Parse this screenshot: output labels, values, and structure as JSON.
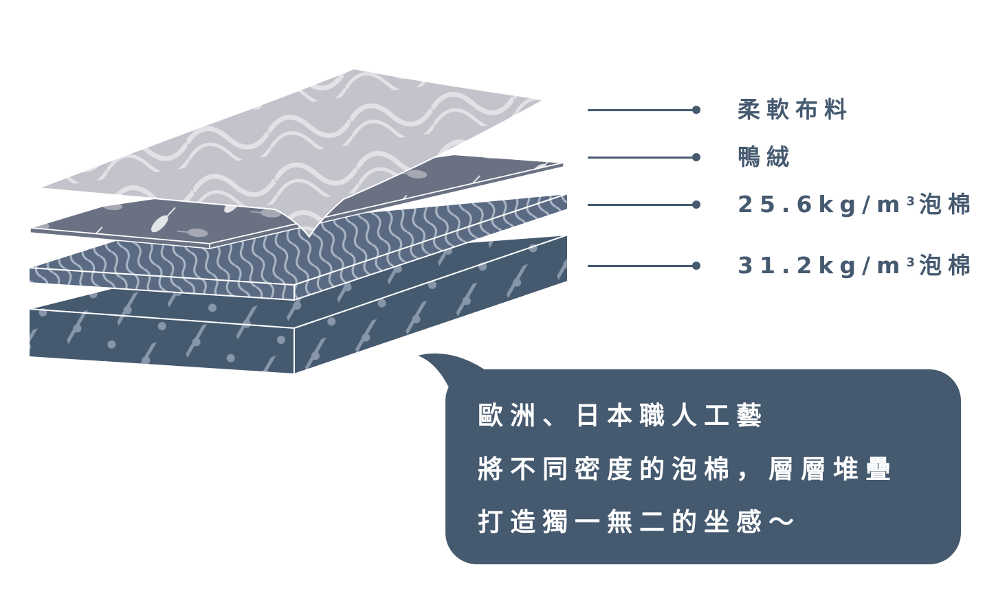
{
  "colors": {
    "primary": "#45596f",
    "fabric": "#c3c3cb",
    "fabric_pattern": "#e2e2e6",
    "down": "#6a7183",
    "down_pattern": "#e4e5e8",
    "foam_top": "#5a6a83",
    "foam_bottom": "#45596f",
    "foam_pattern": "#a9b4c2",
    "background": "#ffffff"
  },
  "layers": [
    {
      "id": "fabric",
      "label": "柔軟布料"
    },
    {
      "id": "down",
      "label": "鴨絨"
    },
    {
      "id": "foam-25",
      "label_number": "25.6kg/m",
      "label_sup": "3",
      "label_suffix": "泡棉"
    },
    {
      "id": "foam-31",
      "label_number": "31.2kg/m",
      "label_sup": "3",
      "label_suffix": "泡棉"
    }
  ],
  "bubble": {
    "lines": [
      "歐洲、日本職人工藝",
      "將不同密度的泡棉，層層堆疊",
      "打造獨一無二的坐感～"
    ]
  }
}
